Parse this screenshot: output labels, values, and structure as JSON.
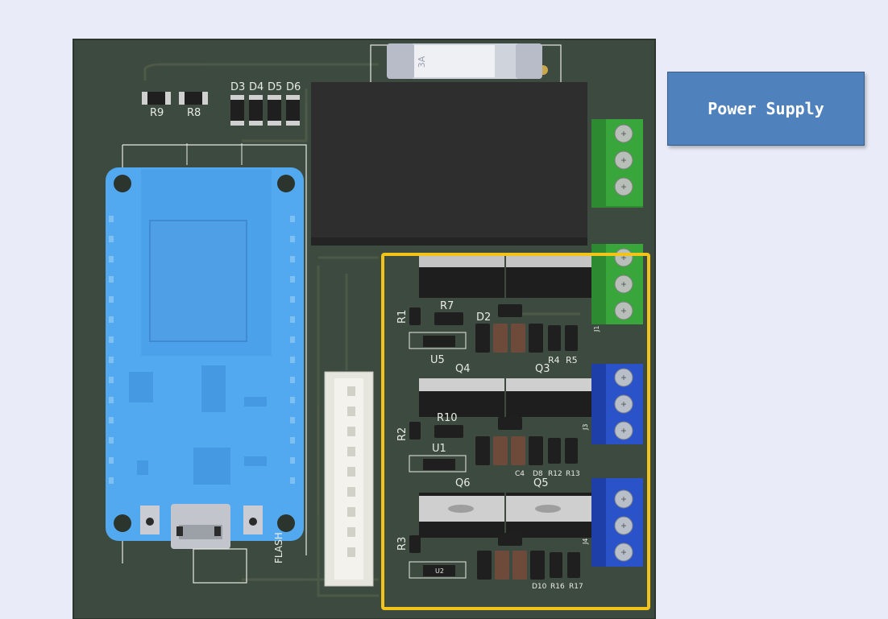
{
  "callout": {
    "label": "Power Supply"
  },
  "highlight": {
    "color": "#f2c318"
  },
  "board": {
    "silkscreen": {
      "fuse_rating": "3A",
      "resistors_top": [
        "R9",
        "R8"
      ],
      "diodes_top": [
        "D3",
        "D4",
        "D5",
        "D6"
      ],
      "r1": "R1",
      "r7": "R7",
      "d2": "D2",
      "r4": "R4",
      "r5": "R5",
      "u5": "U5",
      "q4": "Q4",
      "q3": "Q3",
      "r2": "R2",
      "r10": "R10",
      "u1": "U1",
      "c4": "C4",
      "d8": "D8",
      "r12": "R12",
      "r13": "R13",
      "q6": "Q6",
      "q5": "Q5",
      "r3": "R3",
      "u2": "U2",
      "d10": "D10",
      "r16": "R16",
      "r17": "R17",
      "j1": "J1",
      "j3": "J3",
      "j4": "J4",
      "flash": "FLASH"
    },
    "colors": {
      "pcb": "#3c4a40",
      "module": "#52a9f0",
      "terminal_green": "#38a63a",
      "terminal_blue": "#2a52c9",
      "relay": "#2e2e2e"
    }
  }
}
